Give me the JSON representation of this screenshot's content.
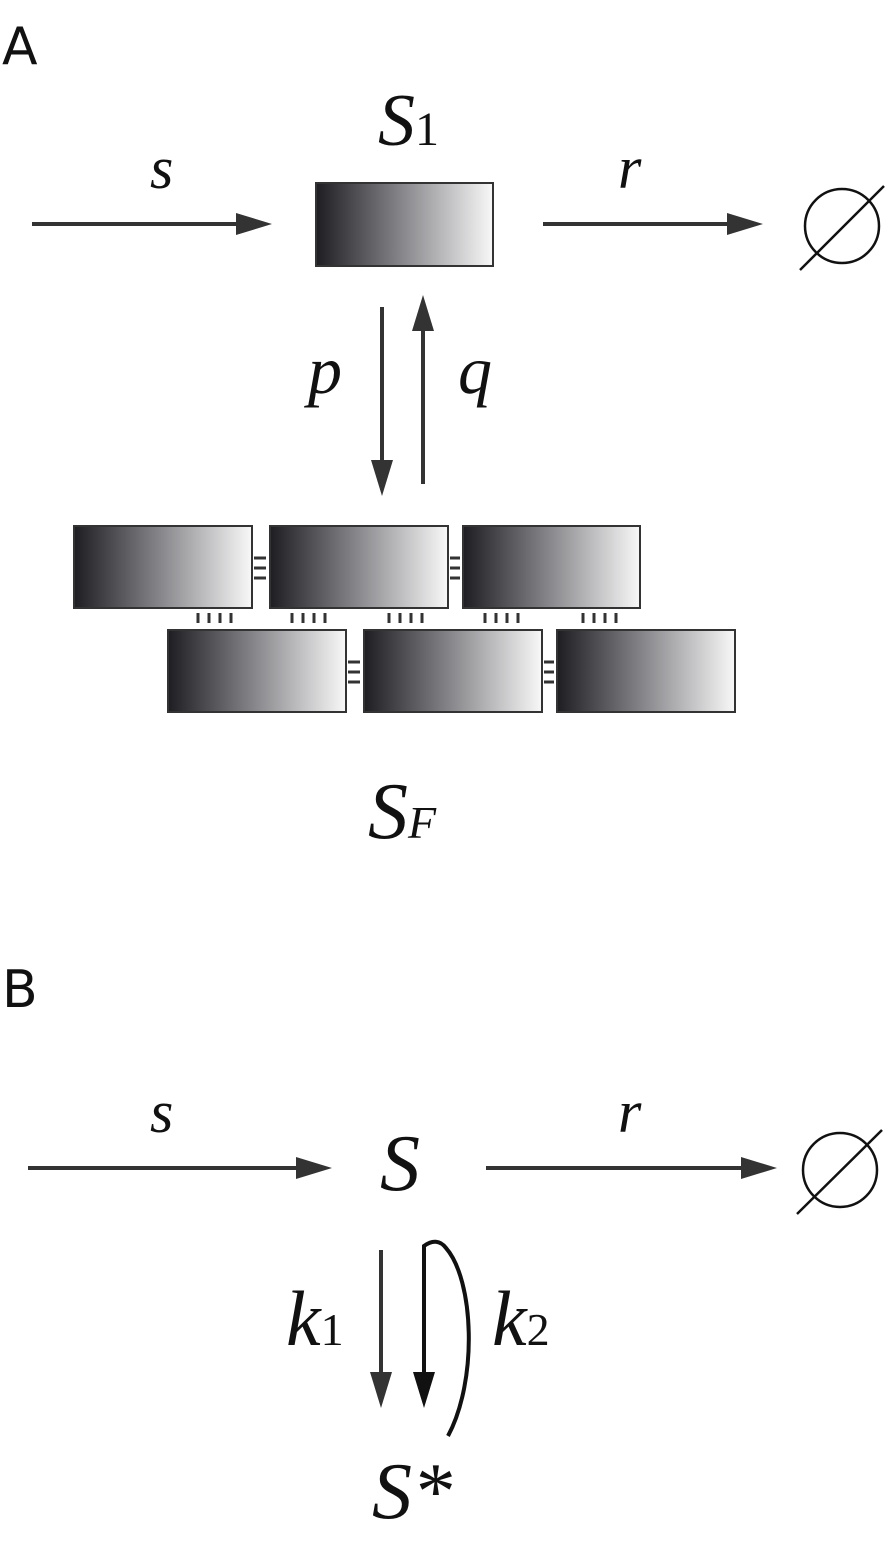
{
  "panel_a": {
    "label": "A",
    "s1_main": "S",
    "s1_sub": "1",
    "influx": "s",
    "outflux": "r",
    "forward": "p",
    "backward": "q",
    "sf_main": "S",
    "sf_sub": "F",
    "sink": "∅"
  },
  "panel_b": {
    "label": "B",
    "influx": "s",
    "outflux": "r",
    "s_main": "S",
    "k1_main": "k",
    "k1_sub": "1",
    "k2_main": "k",
    "k2_sub": "2",
    "sstar": "S*",
    "sink": "∅"
  }
}
